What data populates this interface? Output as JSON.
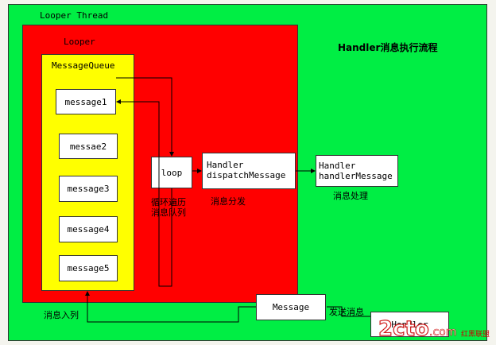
{
  "diagram": {
    "title": "Handler消息执行流程",
    "looper_thread_label": "Looper Thread",
    "looper_label": "Looper",
    "message_queue_label": "MessageQueue",
    "messages": [
      "message1",
      "messae2",
      "message3",
      "message4",
      "message5"
    ],
    "loop_label": "loop",
    "loop_caption_line1": "循环遍历",
    "loop_caption_line2": "消息队列",
    "dispatch_line1": "Handler",
    "dispatch_line2": "dispatchMessage",
    "dispatch_caption": "消息分发",
    "handle_line1": "Handler",
    "handle_line2": "handlerMessage",
    "handle_caption": "消息处理",
    "message_label": "Message",
    "send_caption": "发送消息",
    "enqueue_caption": "消息入列",
    "sender_handler_label": "Handler",
    "watermark_text": "红黑联盟"
  },
  "colors": {
    "thread_bg": "#00ee44",
    "looper_bg": "#ff0000",
    "queue_bg": "#ffff00",
    "box_bg": "#ffffff"
  }
}
